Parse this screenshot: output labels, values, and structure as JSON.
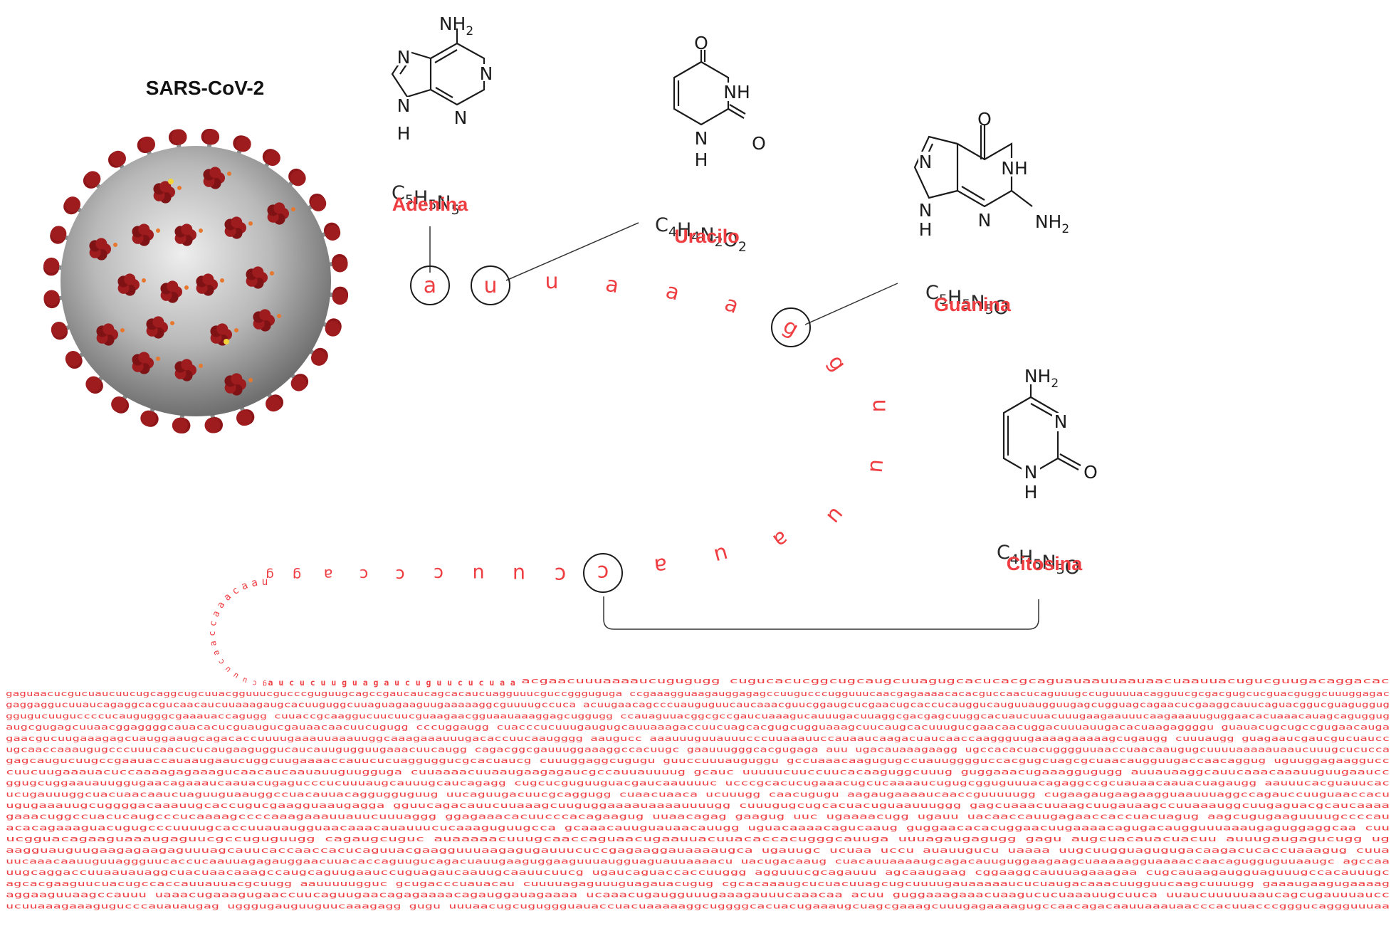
{
  "virus": {
    "title": "SARS-CoV-2",
    "colors": {
      "spike": "#9e1b1e",
      "body": "#c9c9c9",
      "accent": "#e8772e",
      "highlight": "#f2d33c"
    }
  },
  "colors": {
    "accent_red": "#ef3e42",
    "ink": "#1b1b1b"
  },
  "bases": [
    {
      "id": "adenine",
      "name": "Adenina",
      "formula": [
        [
          "C",
          "5"
        ],
        [
          "H",
          "5"
        ],
        [
          "N",
          "5"
        ]
      ]
    },
    {
      "id": "uracil",
      "name": "Uracilo",
      "formula": [
        [
          "C",
          "4"
        ],
        [
          "H",
          "4"
        ],
        [
          "N",
          "2"
        ],
        [
          "O",
          "2"
        ]
      ]
    },
    {
      "id": "guanine",
      "name": "Guanina",
      "formula": [
        [
          "C",
          "5"
        ],
        [
          "H",
          "5"
        ],
        [
          "N",
          "5"
        ],
        [
          "O",
          ""
        ]
      ]
    },
    {
      "id": "cytosine",
      "name": "Citosina",
      "formula": [
        [
          "C",
          "4"
        ],
        [
          "H",
          "5"
        ],
        [
          "N",
          "3"
        ],
        [
          "O",
          ""
        ]
      ]
    }
  ],
  "sequence": {
    "large": [
      "a",
      "u",
      "u",
      "a",
      "a",
      "a",
      "g",
      "g",
      "u",
      "u",
      "u",
      "a",
      "u",
      "a",
      "c",
      "c",
      "u",
      "u",
      "c",
      "c",
      "c",
      "a",
      "g",
      "g"
    ],
    "small": "uaacaaaccaacuuucgaucucuuguagaucuguucucuaa",
    "tail": "acgaacuuuaaaaucugugugg cugucacucggcugcaugcuuagugcacucacgcaguauaauuaauaacuaauuacugucguugacaggacac"
  },
  "genome_lines": [
    "gaguaacucgucuaucuucugcaggcugcuuacgguuucgucccguguugcagccgaucaucagcacaucuagguuucguccggguguga ccgaaagguaagauggagagccuugucccugguuucaacgagaaaacacacguccaacucaguuugccuguuuuacagguucgcgacgugcucguacguggcuuuggagac",
    "gaggaggucuuaucagaggcacgucaacaucuuaaagaugcacuuguggcuuaguagaaguugaaaaaggcguuuugccuca acuugaacagcccuauguguucaucaaacguucggaugcucgaacugcaccucauggucauguuaugguugagcugguagcagaacucgaaggcauucaguacggucguaguggug",
    "ggugucuuguccccucaugugggcgaaauaccagugg cuuaccgcaaggucuucuucguaagaacgguaauaaaggagcuggugg ccauaguuacggcgccgaucuaaagucauuugacuuaggcgacgagcuuggcacuaucuuacuuugaagaauuucaagaaauuguggaacacuaaacauagcaguggug",
    "augcgugagcuuaacggaggggcauacacucguaugucgauaacaacuucugugg cccuggaugg cuacccucuuugaugugcauuaaagaccuucuagcacgugcugguaaagcuucaugcacuuugucgaacaacuggacuuuauugacacuaagaggggu guauacugcugccgugaacauga",
    "gaacgucuugaaagagcuauggaaugcagacaccuuuugaaauuaaauuggcaaagaaauuugacaccuucaaugggg aaugucc aaauuuguuauuucccuuaaauuccauaaucaagacuaucaaccaaggguugaaaagaaaaagcugaugg cuuuaugg guagaaucgaucgucuaucc",
    "ugcaaccaaaugugcccuuucaacucucaugaaguggucaucauugugguugaaacuucaugg cagacggcgauuuggaaaggccacuugc gaauuugggcacgugaga auu ugacauaaagaagg ugccacacuacugggguuaaccuaacaaugugcuuuuaaaaauaaucuuugcucucca",
    "gagcaugucuugccgaauaccauaaugaaucuggcuugaaaaccauucucuagguggucgcacuaucg cuuuggaggcugugu guuccuuuauguggu gccuaaacaagugugccuauugggguccacgugcuagcgcuaacaugguugaccaacaggug uguuggagaaggucc",
    "cuucuugaaauacuccaaaagagaaagucaacaucaauauuguugguga cuuaaaacuuaaugaagagaucgccauuauuuug gcauc uuuuucuuccuucacaaguggcuuug guggaaacugaaaggugugg auuauaaggcauucaaacaaauuguugaaucc",
    "ggugcuggaauauuggugaacagaaaucaauacugagucccucuuuaugcauuugcaucagagg cugcucguguuguacgaucaauuuuc ucccgcacucugaaacugcucaaaaucugugcgguguuuacagaggccgcuauaacaauacuagaugg aauuucacguauucac",
    "ucugauuuggcuacuaacaaucuaguuguaauggccuacauuacaggugguguug uucaguugacuucgcaggugg cuaacuaaca ucuuugg caacugugu aagaugaaaaucaaccguuuuugg cugaagaugaagaagguaauuuaggccagauccuuguaaccacu",
    "ugugaaauugcuggggacaaauugcaccugucgaagguaaugagga gguucagacauucuuaaagcuuguggaaaauaaaauuuugg cuuugugcugcacuacuguaauuuggg gagcuaaacuuaagcuugauaagccuuaaauggcuugaguacgcaucaaaa",
    "gaaacuggccuacucaugcccucaaaagccccaaagaaauuauucuuuaggg ggagaaacacuucccacagaagug uuaacagag gaagug uuc ugaaaacugg ugauu uacaaccauugagaaccaccuacuagug aagcugugaaguuuugccccau",
    "acacagaaaguacugugcccuuuugcaccuuauaugguaacaaacauauuucucaaaguguugcca gcaaacauuguauaacauugg uguacaaaacagucaaug guggaacacacuggaacuugaaaacagugacaugguuuaaaugaguggaggcaa cuu",
    "ucgguacagaaguaaaugaguucgccuguguugg cagaugcuguc auaaaaacuuugcaaccaguaacugaauuacuuacaccacugggcauuga uuuagaugagugg gagu augcuacauacuacuu auuugaugagucugg ug",
    "aagguauguugaagagaagaguuuagcauucaccaaccacucaguuacgaagguuuaagagugauuucuccgagaaggauaaaaugca ugauugc ucuaa uccu auauugucu uaaaa uugcuugguagugugacaagacucaccuaaagug cuua",
    "uucaaacaauuguuaggguucaccucaauuagagauggaacuuacaccaguugucagacuauugaaguggaaguuuaugguaguauuaaaacu uacugacaaug cuacauuaaaaugcagacauuguggaagaagcuaaaaagguaaaaccaacagugguguuaaugc agccaa",
    "uugcaggaccuuaauauaggcuacuaacaaagccaugcaguugaauccuguagaucaauugcaauucuucg ugaucaguaccaccuuggg agguuucgcagauuu agcaaugaag cggaaggcauuuagaaagaa cugcauaagaugguaguuugccacauuugc",
    "agcacgaaguucuacugccaccauuauuacgcuugg aauuuuugguc gcugacccuauacau cuuuuagaguuuguagauacugug cgcacaaaugcucuacuuagcugcuuuugauaaaaaucucuaugacaaacuugguucaagcuuuugg gaaaugaagugaaaag",
    "aggaaguuaagccauuu uaaacugaaagugaaccuucaguugaacagagaaaacagauggauagaaaa ucaaacugaugguuugaaagauuucaaacaa acuu guggaaagaaacuaagucucuaaauugcuuca uuaucuuuuuaaucagcugauuuaucc",
    "ucuuaaagaaagugucccauauaugag ugggugauguuguucaaagagg gugu uuuaacugcuguggguauaccuacuaaaaaggcuggggcacuacugaaaugcuagcgaaagcuuugagaaaagugccaacagacaauuaaauaacccacuuacccgggucaggguuuaa"
  ]
}
